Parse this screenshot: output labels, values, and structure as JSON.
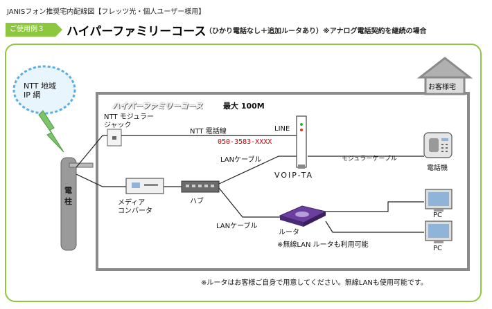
{
  "header": {
    "top_note": "JANISフォン推奨宅内配線図【フレッツ光・個人ユーザー様用】",
    "badge": "ご使用例３",
    "title": "ハイパーファミリーコース",
    "subtitle": "（ひかり電話なし＋追加ルータあり）※アナログ電話契約を継続の場合"
  },
  "diagram": {
    "cloud_label": "NTT 地域\nIP 網",
    "house_label": "お客様宅",
    "service_label": "ハイパーファミリーコース",
    "service_speed": "最大 100M",
    "pole_label": "電\n柱",
    "modular_jack_label": "NTT モジュラー\nジャック",
    "ntt_line_label": "NTT 電話線",
    "line_port_label": "LINE",
    "phone_number": "050-3583-XXXX",
    "lan_cable_top": "LANケーブル",
    "voip_label": "VOIP-TA",
    "modular_cable_label": "モジュラーケーブル",
    "phone_label": "電話機",
    "media_converter_label": "メディア\nコンバータ",
    "hub_label": "ハブ",
    "lan_cable_bottom": "LANケーブル",
    "router_label": "ルータ",
    "wireless_note": "※無線LAN ルータも利用可能",
    "pc1_label": "PC",
    "pc2_label": "PC",
    "footer_note": "※ルータはお客様ご自身で用意してください。無線LANも使用可能です。"
  },
  "colors": {
    "accent_green": "#8dc63f",
    "house_gray": "#8a8a8a",
    "phone_number_red": "#cc0000",
    "cloud_blue": "#5aaee6",
    "lightning_green": "#7cc36b"
  }
}
